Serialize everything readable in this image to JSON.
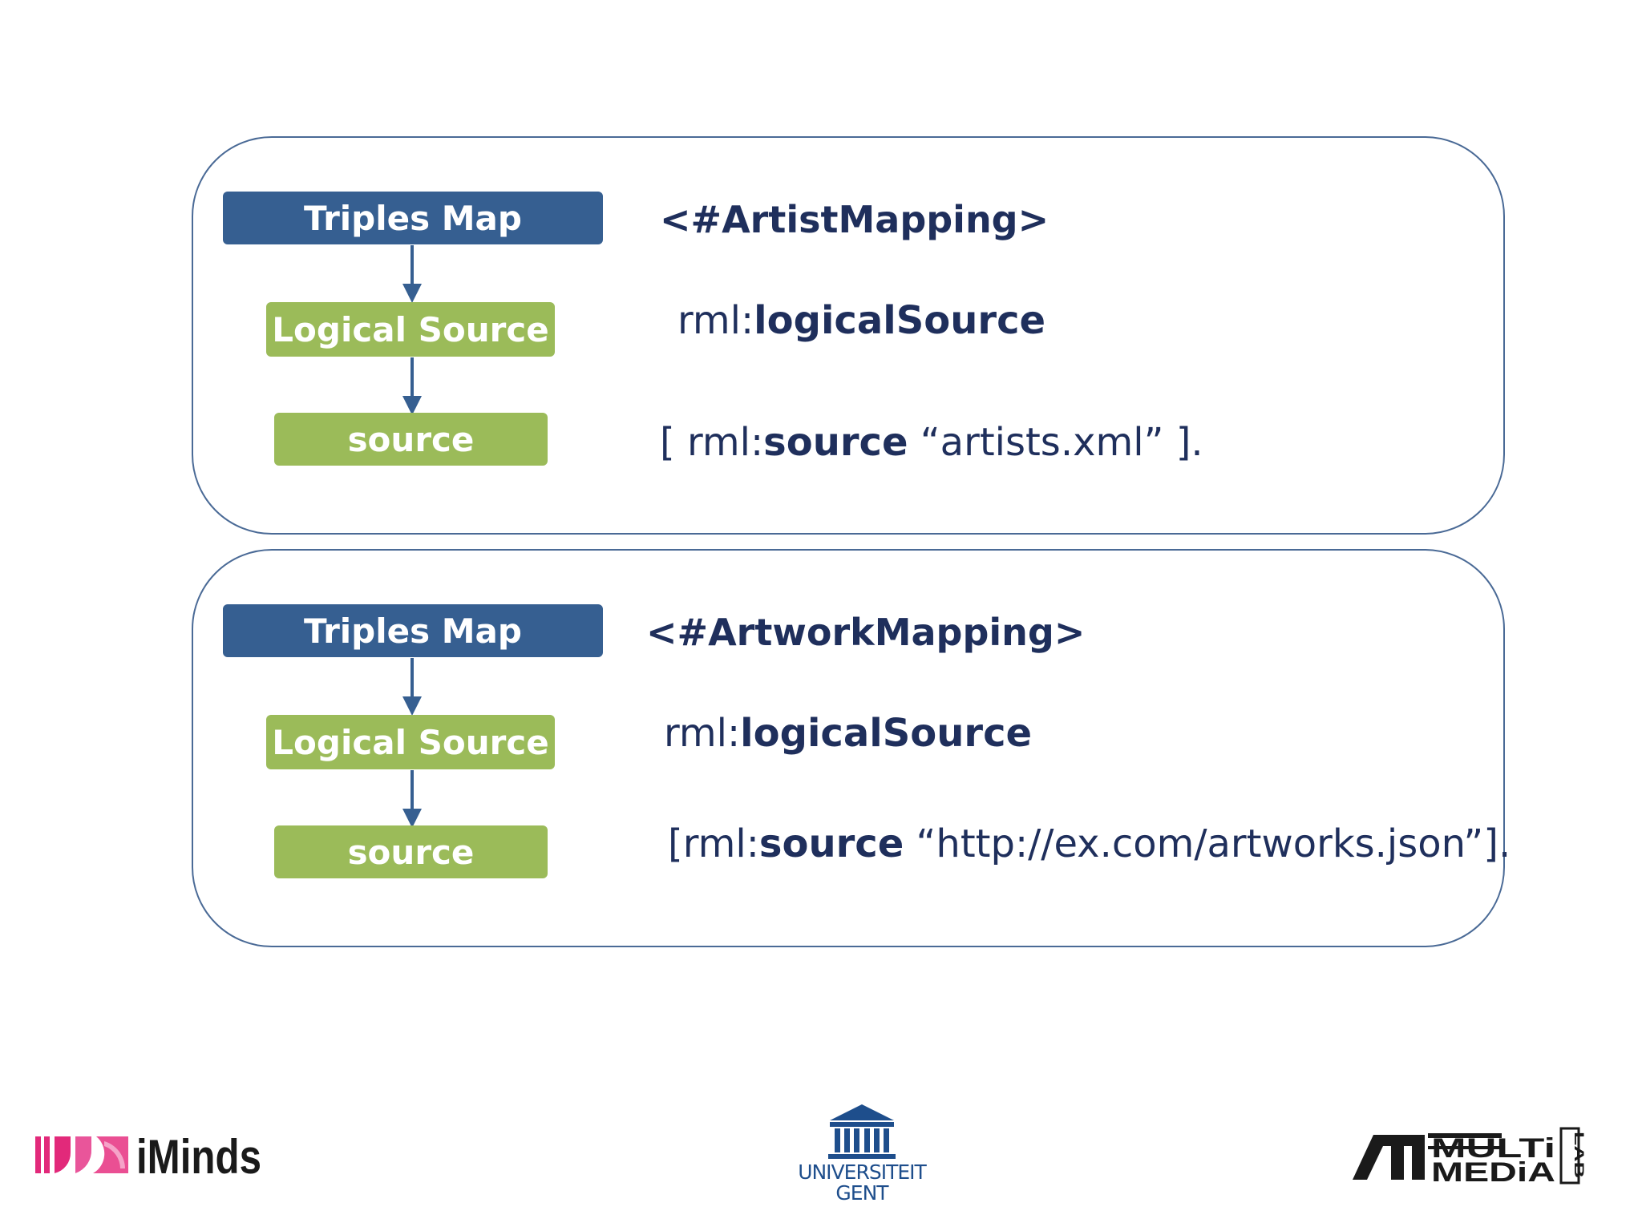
{
  "mappings": [
    {
      "nodes": {
        "triples_map": "Triples Map",
        "logical_source": "Logical Source",
        "source": "source"
      },
      "name": "<#ArtistMapping>",
      "logical_source_line": {
        "prefix": "rml:",
        "keyword": "logicalSource"
      },
      "source_line": {
        "open": "[ rml:",
        "keyword": "source",
        "value": " “artists.xml” ]."
      }
    },
    {
      "nodes": {
        "triples_map": "Triples Map",
        "logical_source": "Logical Source",
        "source": "source"
      },
      "name": "<#ArtworkMapping>",
      "logical_source_line": {
        "prefix": "rml:",
        "keyword": "logicalSource"
      },
      "source_line": {
        "open": "[rml:",
        "keyword": "source",
        "value": " “http://ex.com/artworks.json”]."
      }
    }
  ],
  "logos": {
    "left": "iMinds",
    "center": [
      "UNIVERSITEIT",
      "GENT"
    ],
    "right": {
      "main": "MULTi MEDiA",
      "side": "LAB"
    }
  },
  "colors": {
    "triples_map": "#365f91",
    "logical_source": "#9bbb59",
    "text": "#1f2f5c",
    "imminds_pink": "#e2297a"
  }
}
